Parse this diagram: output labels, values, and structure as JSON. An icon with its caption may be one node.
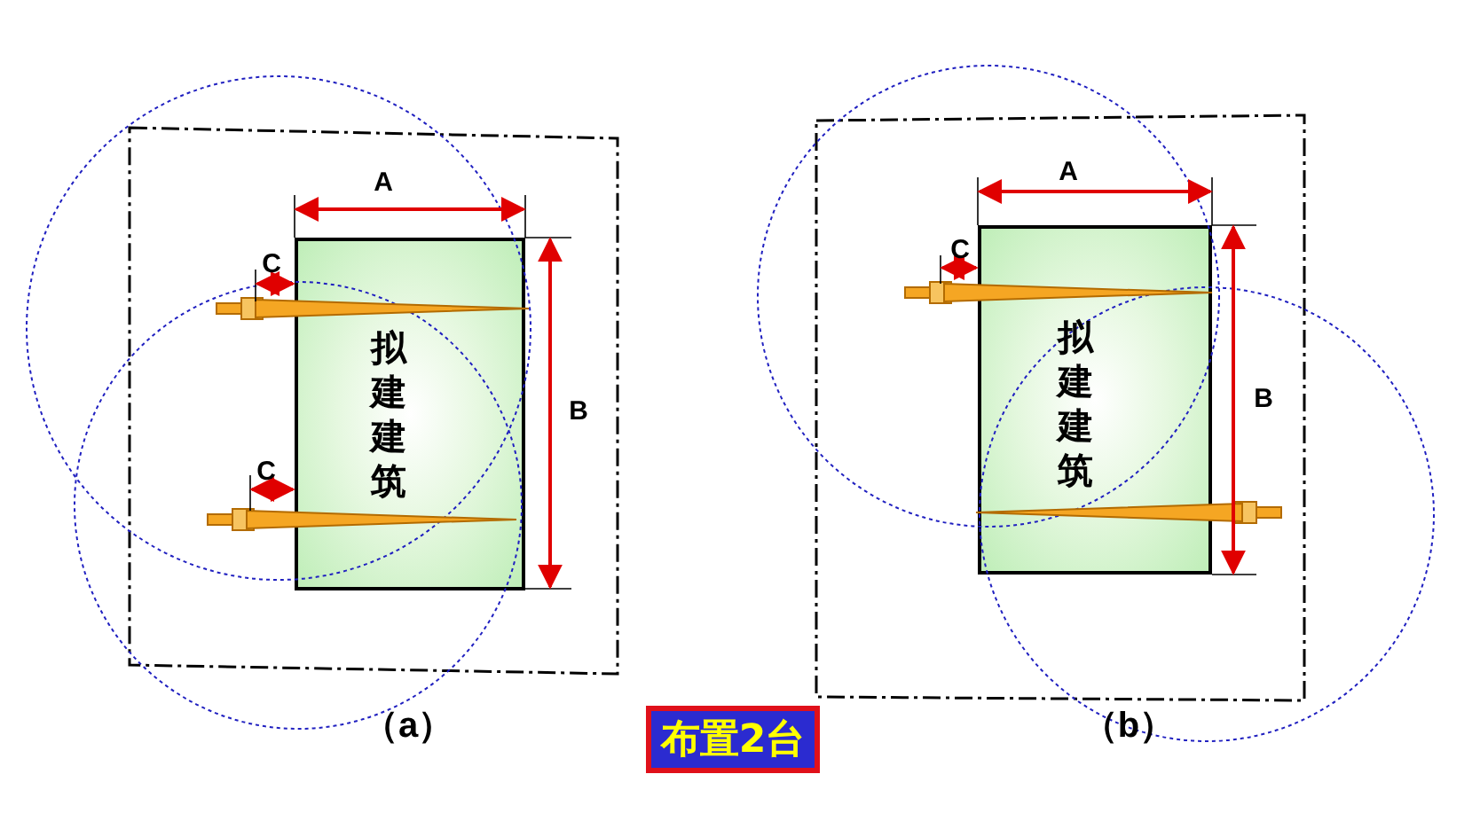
{
  "diagram": {
    "nodes": [
      {
        "text": [
          "拟建建筑"
        ]
      },
      {
        "text": [
          "拟建建筑"
        ]
      },
      {
        "text": [
          "布置2台"
        ]
      }
    ],
    "labels": [
      "A",
      "C",
      "B",
      "C",
      "（a）",
      "A",
      "C",
      "B",
      "（b）"
    ]
  }
}
